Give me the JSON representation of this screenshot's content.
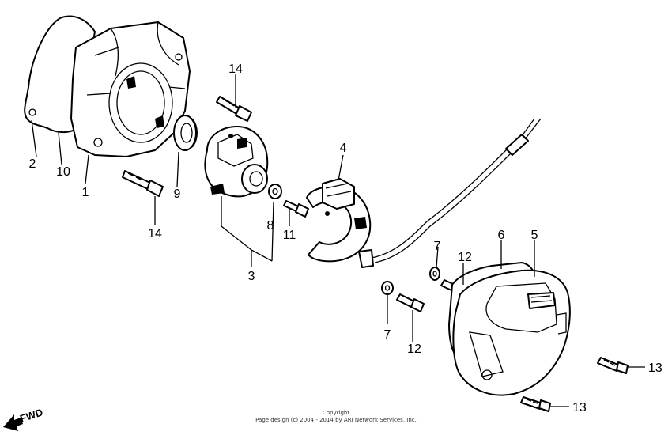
{
  "callouts": {
    "p1": "1",
    "p2": "2",
    "p3": "3",
    "p4": "4",
    "p5": "5",
    "p6": "6",
    "p7a": "7",
    "p7b": "7",
    "p8": "8",
    "p9": "9",
    "p10": "10",
    "p11": "11",
    "p12a": "12",
    "p12b": "12",
    "p13a": "13",
    "p13b": "13",
    "p14a": "14",
    "p14b": "14"
  },
  "fwd_label": "FWD",
  "copyright": {
    "line1": "Copyright",
    "line2": "Page design (c) 2004 - 2014 by ARI Network Services, Inc."
  }
}
